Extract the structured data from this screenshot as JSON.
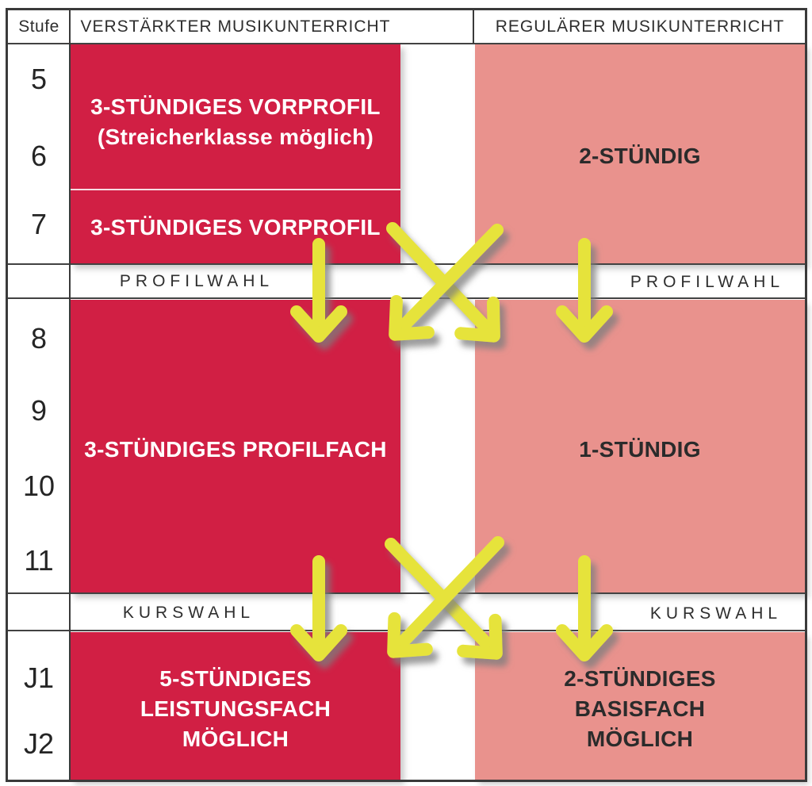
{
  "colors": {
    "intensive_red": "#d11f44",
    "regular_pink": "#e9928d",
    "arrow_yellow": "#e6e33b",
    "line_dark": "#3a3a3a"
  },
  "header": {
    "stufe": "Stufe",
    "intensive": "VERSTÄRKTER MUSIKUNTERRICHT",
    "regular": "REGULÄRER MUSIKUNTERRICHT"
  },
  "stufen": [
    "5",
    "6",
    "7",
    "8",
    "9",
    "10",
    "11",
    "J1",
    "J2"
  ],
  "blocks": {
    "vorprofil56_line1": "3-STÜNDIGES VORPROFIL",
    "vorprofil56_line2": "(Streicherklasse möglich)",
    "vorprofil7": "3-STÜNDIGES VORPROFIL",
    "regular57": "2-STÜNDIG",
    "profilfach": "3-STÜNDIGES PROFILFACH",
    "regular811": "1-STÜNDIG",
    "leistungsfach_line1": "5-STÜNDIGES",
    "leistungsfach_line2": "LEISTUNGSFACH",
    "leistungsfach_line3": "MÖGLICH",
    "basisfach_line1": "2-STÜNDIGES",
    "basisfach_line2": "BASISFACH",
    "basisfach_line3": "MÖGLICH"
  },
  "bands": {
    "profilwahl_left": "PROFILWAHL",
    "profilwahl_right": "PROFILWAHL",
    "kurswahl_left": "KURSWAHL",
    "kurswahl_right": "KURSWAHL"
  }
}
